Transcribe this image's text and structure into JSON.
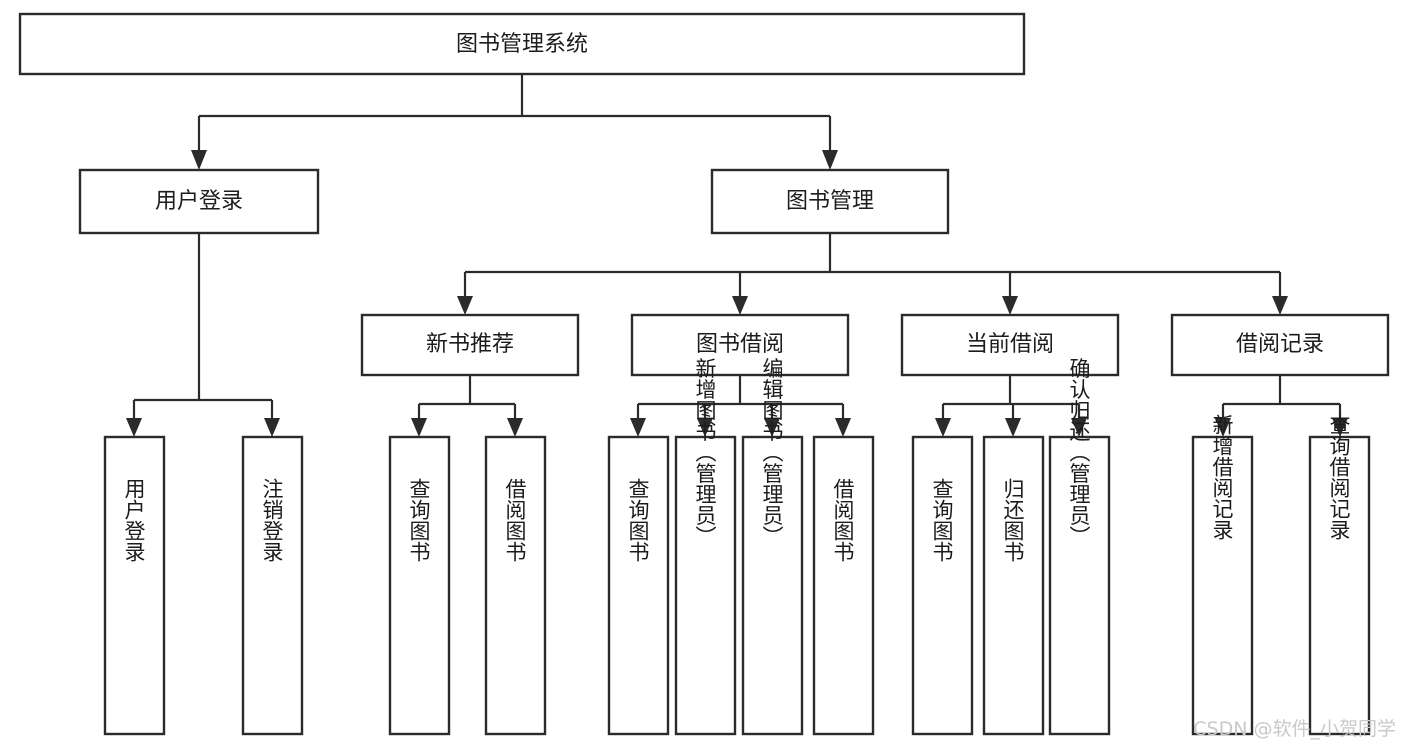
{
  "diagram": {
    "type": "tree-hierarchy",
    "title": "图书管理系统",
    "background_color": "#ffffff",
    "line_color": "#2b2b2b",
    "box_fill": "#ffffff",
    "text_color": "#1c1c1c",
    "watermark": "CSDN @软件_小贺同学",
    "watermark_color": "#c9c9c9",
    "levels": {
      "root": {
        "label": "图书管理系统"
      },
      "level2": [
        {
          "label": "用户登录"
        },
        {
          "label": "图书管理"
        }
      ],
      "level3": [
        {
          "label": "新书推荐"
        },
        {
          "label": "图书借阅"
        },
        {
          "label": "当前借阅"
        },
        {
          "label": "借阅记录"
        }
      ],
      "leaves": {
        "user_login": [
          {
            "label": "用户登录"
          },
          {
            "label": "注销登录"
          }
        ],
        "new_book_recommend": [
          {
            "label": "查询图书"
          },
          {
            "label": "借阅图书"
          }
        ],
        "book_borrow": [
          {
            "label": "查询图书"
          },
          {
            "label": "新增图书（管理员）"
          },
          {
            "label": "编辑图书（管理员）"
          },
          {
            "label": "借阅图书"
          }
        ],
        "current_borrow": [
          {
            "label": "查询图书"
          },
          {
            "label": "归还图书"
          },
          {
            "label": "确认归还（管理员）"
          }
        ],
        "borrow_record": [
          {
            "label": "新增借阅记录"
          },
          {
            "label": "查询借阅记录"
          }
        ]
      }
    }
  }
}
